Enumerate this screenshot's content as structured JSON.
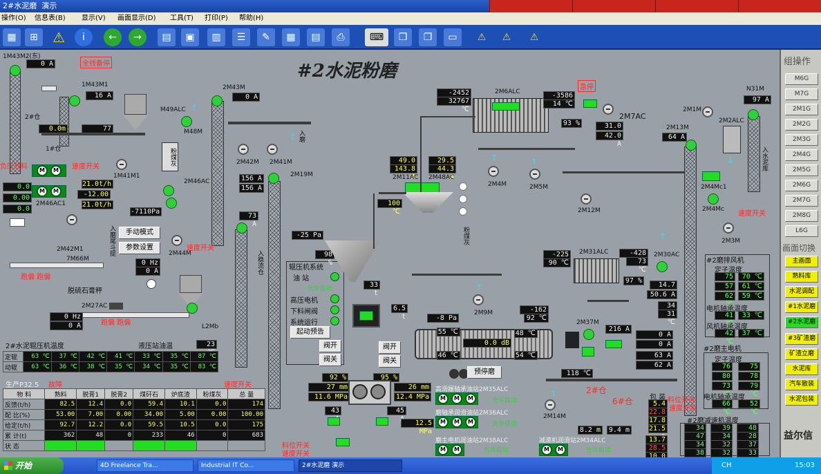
{
  "window": {
    "title": "2#水泥磨",
    "subtitle": "演示"
  },
  "menu": [
    "操作(O)",
    "信息表(B)",
    "显示(V)",
    "画面显示(D)",
    "工具(T)",
    "打印(P)",
    "帮助(H)"
  ],
  "page_title": "#2水泥粉磨",
  "sidebar": {
    "group_header": "组操作",
    "groups": [
      "M6G",
      "M7G",
      "2M1G",
      "2M2G",
      "2M3G",
      "2M4G",
      "2M5G",
      "2M6G",
      "2M7G",
      "2M8G",
      "L6G"
    ],
    "switch_header": "画面切换",
    "screens": [
      "主画面",
      "熟料库",
      "水泥调配",
      "#1水泥磨",
      "#2水泥磨",
      "#3矿渣磨",
      "矿渣立磨",
      "水泥库",
      "汽车散装",
      "水泥包装"
    ],
    "brand": "益尔信"
  },
  "colors": {
    "window": "#1e4fb4",
    "scada_bg": "#9aa0a8",
    "active_motor": "#2fd13a",
    "alarm_text": "#ff2a2a",
    "selected_screen": "#22dd22",
    "screen_button": "#f0f000"
  },
  "labels": {
    "m43m2": "1M43M2(东)",
    "all_line": "全线备停",
    "a0": "0 A",
    "m43m1": "1M43M1",
    "a16": "16 A",
    "bin1": "1#仓",
    "bin2": "2#仓",
    "lvl": "0.0m",
    "v77": "77",
    "m49alc": "M49ALC",
    "m48m": "M48M",
    "cf": "粉煤灰",
    "m41m1": "1M41M1",
    "m46ac1": "2M46AC1",
    "m46ac": "2M46AC",
    "flow1": "21.0t/h",
    "flow2": "-12.00",
    "flow3": "21.0t/h",
    "left_alarm1": "负压放料",
    "left_alarm2": "速度开关",
    "v0a": "0.0",
    "v0b": "0.00",
    "v0c": "0.0",
    "p7110": "-7110Pa",
    "m42m1": "2M42M1",
    "manual": "手动模式",
    "params": "参数设置",
    "hoist": "入磨尾斗提",
    "m44m": "2M44M",
    "speed_sw": "速度开关",
    "m66m": "7M66M",
    "jam1": "跑偏 跑偏",
    "gypsum": "脱硫石膏秤",
    "m27ac": "2M27AC",
    "jam2": "跑偏 跑偏",
    "hz0": "0 Hz",
    "a0b": "0 A",
    "hz0b": "0 Hz",
    "a0c": "0 A",
    "l2mb": "L2Mb",
    "m43m": "2M43M",
    "a0d": "0 A",
    "m42m": "2M42M",
    "m41m": "2M41M",
    "in_mill": "入磨",
    "m19m": "2M19M",
    "a156a": "156 A",
    "a156b": "156 A",
    "a73": "73 A",
    "stable_bin": "入稳流仓",
    "p25": "-25 Pa",
    "pct98": "98 %",
    "t33": "33 t",
    "t65": "6.5 t",
    "roller_sys": "辊压机系统",
    "oil": "油 站",
    "allow": "允许启动",
    "hv_motor": "高压电机",
    "gate": "下料闸阀",
    "sys_run": "系统运行",
    "start_notice": "起动预告",
    "valve_open1": "阀开",
    "valve_close1": "阀关",
    "valve_open2": "阀开",
    "valve_close2": "阀关",
    "hz49": "49.0 Hz",
    "a143": "143.8 A",
    "hz295": "29.5 Hz",
    "a443": "44.3 A",
    "m11ac": "2M11AC",
    "m48ac": "2M48AC",
    "c100": "100 ℃",
    "cf2": "粉煤灰",
    "p8": "-8 Pa",
    "m9m": "2M9M",
    "p2452": "-2452 Pa",
    "t32767": "32767 ℃",
    "m6alc": "2M6ALC",
    "p3586": "-3586 Pa",
    "t14": "14 ℃",
    "emg": "急停",
    "m7ac": "2M7AC",
    "pct93": "93 %",
    "hz31": "31.0 Hz",
    "a42": "42.0 A",
    "m4m": "2M4M",
    "m5m": "2M5M",
    "m12m": "2M12M",
    "n31m": "N31M",
    "a97": "97 A",
    "m1m": "2M1M",
    "m2alc": "2M2ALC",
    "m13m": "2M13M",
    "a64": "64 A",
    "to_cement": "入水泥库",
    "m4mc1": "2M4Mc1",
    "m4mc": "2M4Mc",
    "speed_sw2": "速度开关",
    "m3m": "2M3M",
    "p225": "-225 Pa",
    "t90": "90 ℃",
    "m31alc": "2M31ALC",
    "p428": "-428 Pa",
    "t73": "73 ℃",
    "m30ac": "2M30AC",
    "pct97": "97 %",
    "hz147": "14.7 Hz",
    "a506": "50.6 A",
    "t34": "34 ℃",
    "t31": "31 ℃",
    "p162": "-162 Pa",
    "t92": "92 ℃",
    "m37m": "2M37M",
    "a216": "216 A",
    "t55": "55 ℃",
    "t48": "48 ℃",
    "db": "0.0 dB",
    "t46": "46 ℃",
    "t54": "54 ℃",
    "pre_stop": "预停磨",
    "a0e": "0 A",
    "a0f": "0 A",
    "a63": "63 A",
    "a62": "62 A",
    "t118": "118 ℃",
    "bin2b": "2#仓",
    "bin6": "6#仓",
    "m14m": "2M14M",
    "pack": "包 装",
    "t54b": "5.4 t",
    "t228": "22.8 t",
    "t178": "17.8 t",
    "t215": "21.5 t",
    "t137": "13.7 t",
    "t285": "28.5 t",
    "t100": "10.0 t",
    "mm27": "27 mm",
    "mpa116": "11.6 MPa",
    "mm26": "26 mm",
    "mpa124": "12.4 MPa",
    "pct92": "92 %",
    "pct95": "95 %",
    "a43": "43 A",
    "a45": "45 A",
    "mpa125": "12.5 MPa",
    "lube1": "高滑履轴承油站2M35ALC",
    "lube2": "磨轴承润滑油站2M36ALC",
    "lube3": "磨主电机润油站2M38ALC",
    "lube4": "减速机润滑站2M34ALC",
    "allow2": "允许启动",
    "allow3": "允许启动",
    "allow4": "允许启动",
    "allow5": "允许启动",
    "m82": "8.2 m",
    "m94": "9.4 m",
    "fault": "故障",
    "prod": "生产P32.5",
    "left_speed": "速度开关",
    "bottom_speed": "料位开关",
    "bottom_speed2": "速度开关",
    "mill_fan_hdr": "#2磨排风机",
    "fixed_temp": "定子温度",
    "motor_bear": "电机轴承温度",
    "fan_bear": "风机轴承温度",
    "main_motor_hdr": "#2磨主电机",
    "fixed_temp2": "定子温度",
    "motor_bear2": "电机轴承温度",
    "reducer_hdr": "#2磨减速机温度",
    "pack_speed": "料位开关",
    "pack_speed2": "速度开关"
  },
  "fan_temps": [
    [
      "75 ℃",
      "70 ℃"
    ],
    [
      "57 ℃",
      "61 ℃"
    ],
    [
      "62 ℃",
      "59 ℃"
    ]
  ],
  "fan_bear1": [
    "41 ℃",
    "33 ℃"
  ],
  "fan_bear2": [
    "42 ℃",
    "37 ℃"
  ],
  "mm_temps": [
    [
      "76 ℃",
      "75 ℃"
    ],
    [
      "80 ℃",
      "78 ℃"
    ],
    [
      "73 ℃",
      "79 ℃"
    ]
  ],
  "mm_bear": [
    "66 ℃",
    "52 ℃"
  ],
  "reducer_temps": [
    [
      "34 ℃",
      "39 ℃",
      "48 ℃"
    ],
    [
      "47 ℃",
      "34 ℃",
      "28 ℃"
    ],
    [
      "34 ℃",
      "32 ℃",
      "37 ℃"
    ],
    [
      "38 ℃",
      "32 ℃",
      "33 ℃"
    ]
  ],
  "roller_temp": {
    "title": "2#水泥辊压机温度",
    "oil_label": "液压站油温",
    "oil_value": "23 ℃",
    "rows": [
      {
        "name": "定辊",
        "values": [
          "63 ℃",
          "37 ℃",
          "42 ℃",
          "41 ℃",
          "33 ℃",
          "35 ℃",
          "87 ℃"
        ]
      },
      {
        "name": "动辊",
        "values": [
          "63 ℃",
          "36 ℃",
          "38 ℃",
          "35 ℃",
          "34 ℃",
          "35 ℃",
          "83 ℃"
        ]
      }
    ]
  },
  "recipe": {
    "headers": [
      "物 料",
      "熟料",
      "脱膏1",
      "脱膏2",
      "煤矸石",
      "炉底渣",
      "粉煤灰",
      "总 量"
    ],
    "rows": [
      {
        "name": "反馈(t/h)",
        "values": [
          "82.5",
          "12.4",
          "0.0",
          "59.4",
          "10.1",
          "0.0",
          "174"
        ]
      },
      {
        "name": "配 比(%)",
        "values": [
          "53.00",
          "7.00",
          "0.00",
          "34.00",
          "5.00",
          "0.00",
          "100.00"
        ]
      },
      {
        "name": "给定(t/h)",
        "values": [
          "92.7",
          "12.2",
          "0.0",
          "59.5",
          "10.5",
          "0.0",
          "175"
        ]
      },
      {
        "name": "累 计(t)",
        "values": [
          "362",
          "48",
          "0",
          "233",
          "46",
          "0",
          "683"
        ]
      },
      {
        "name": "状 态",
        "values": [
          "",
          "",
          "",
          "",
          "",
          "",
          ""
        ]
      }
    ]
  },
  "taskbar": {
    "start": "开始",
    "items": [
      "4D Freelance Tra...",
      "Industrial IT Co...",
      "2#水泥磨  演示"
    ],
    "lang": "CH",
    "time": "15:03"
  }
}
